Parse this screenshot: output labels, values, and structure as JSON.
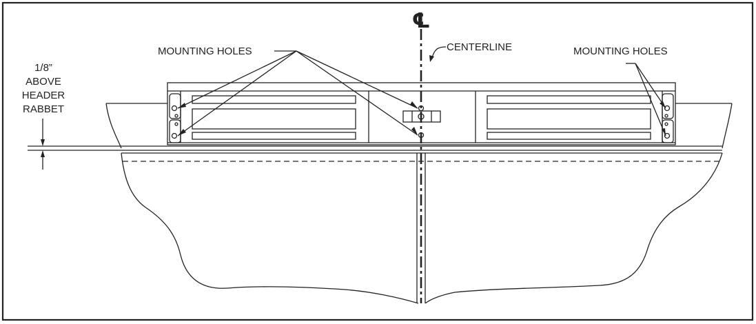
{
  "labels": {
    "centerline_symbol": "℄",
    "centerline": "CENTERLINE",
    "mounting_holes_left": "MOUNTING HOLES",
    "mounting_holes_right": "MOUNTING HOLES",
    "dimension_line1": "1/8”",
    "dimension_line2": "ABOVE",
    "dimension_line3": "HEADER",
    "dimension_line4": "RABBET"
  }
}
